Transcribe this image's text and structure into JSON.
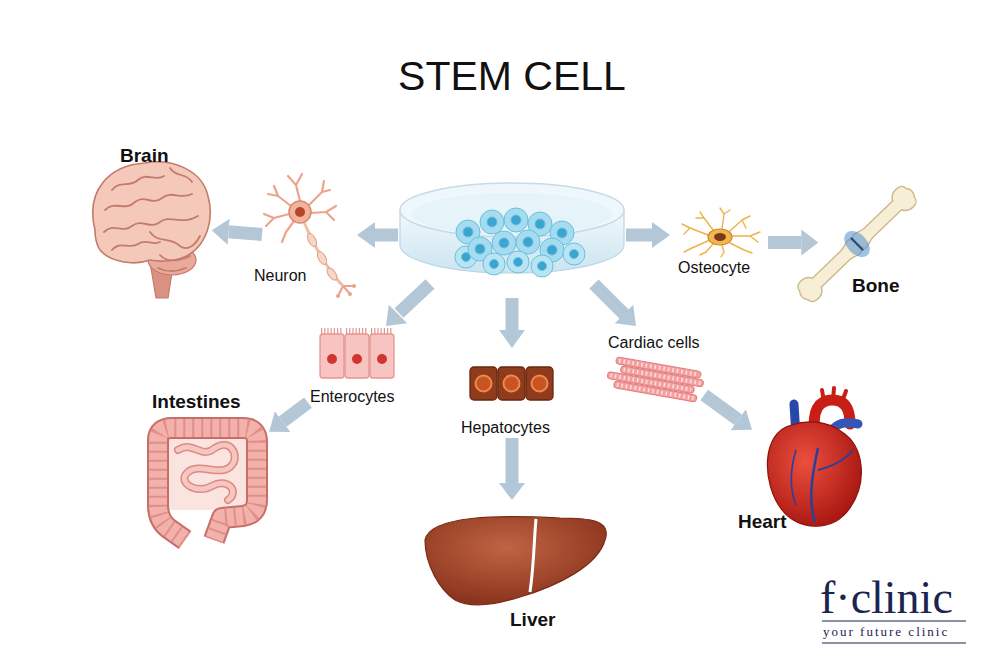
{
  "diagram": {
    "title": "STEM CELL",
    "nodes": [
      {
        "text": [
          "Brain"
        ]
      },
      {
        "text": [
          "Neuron"
        ]
      },
      {
        "text": [
          "Osteocyte"
        ]
      },
      {
        "text": [
          "Bone"
        ]
      },
      {
        "text": [
          "Cardiac cells"
        ]
      },
      {
        "text": [
          "Enterocytes"
        ]
      },
      {
        "text": [
          "Intestines"
        ]
      },
      {
        "text": [
          "Hepatocytes"
        ]
      },
      {
        "text": [
          "Heart"
        ]
      },
      {
        "text": [
          "Liver"
        ]
      }
    ],
    "edges": [
      {
        "from": 1,
        "to": 0,
        "arrow": "to"
      },
      {
        "from": 2,
        "to": 3,
        "arrow": "to"
      },
      {
        "from": 4,
        "to": 8,
        "arrow": "to"
      },
      {
        "from": 5,
        "to": 6,
        "arrow": "to"
      },
      {
        "from": 7,
        "to": 9,
        "arrow": "to"
      }
    ],
    "labels": [
      "f·clinic",
      "your future clinic"
    ]
  }
}
